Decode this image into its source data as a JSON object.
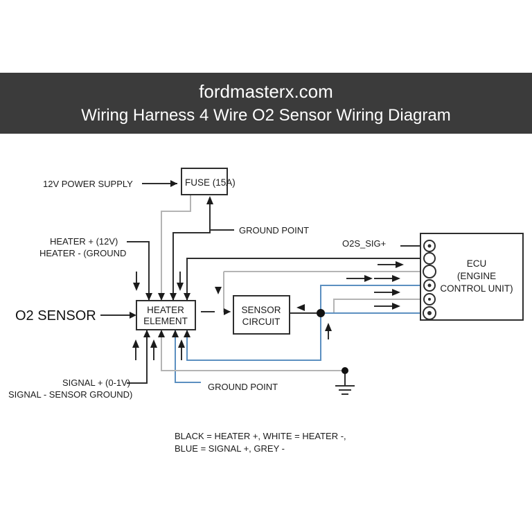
{
  "banner": {
    "site": "fordmasterx.com",
    "title": "Wiring Harness 4 Wire O2 Sensor Wiring Diagram",
    "background_color": "#3b3b3b",
    "text_color": "#ffffff"
  },
  "diagram": {
    "boxes": {
      "fuse": "FUSE (15A)",
      "heater_line1": "HEATER",
      "heater_line2": "ELEMENT",
      "sensor_line1": "SENSOR",
      "sensor_line2": "CIRCUIT",
      "ecu_line1": "ECU",
      "ecu_line2": "(ENGINE",
      "ecu_line3": "CONTROL UNIT)"
    },
    "labels": {
      "power_supply": "12V POWER SUPPLY",
      "ground_point_top": "GROUND POINT",
      "heater_plus": "HEATER + (12V)",
      "heater_minus": "HEATER - (GROUND",
      "o2_sensor": "O2 SENSOR",
      "o2s_sig": "O2S_SIG+",
      "signal_plus": "SIGNAL + (0-1V)",
      "signal_minus": "SIGNAL - SENSOR GROUND)",
      "ground_point_bottom": "GROUND POINT"
    },
    "legend": {
      "line1": "BLACK = HEATER +, WHITE = HEATER -,",
      "line2": "BLUE = SIGNAL +, GREY -"
    },
    "wire_colors": {
      "black": "#2e2e2e",
      "white": "#b4b4b4",
      "blue": "#5b8fc0",
      "grey": "#b4b4b4"
    },
    "ecu_terminal_count": 6
  }
}
